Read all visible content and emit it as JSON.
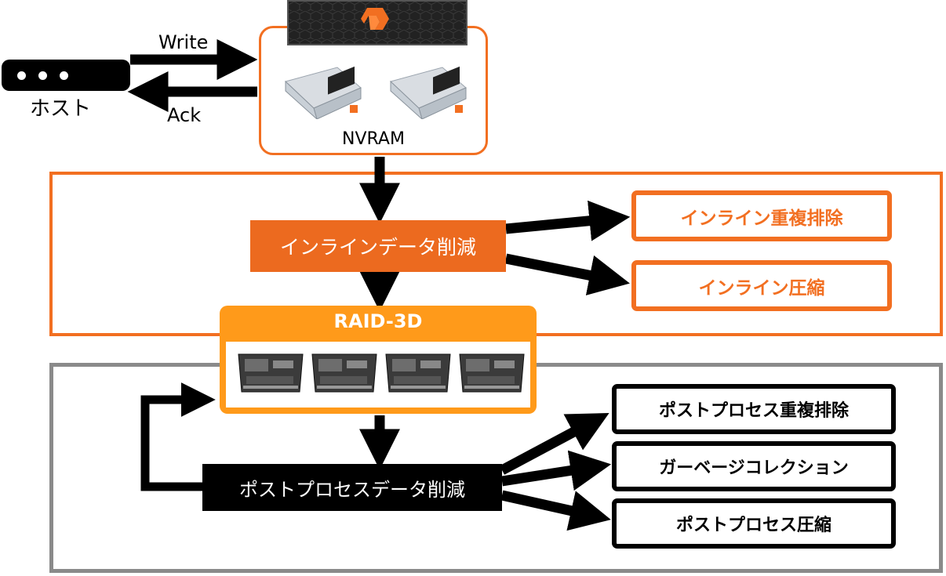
{
  "host": {
    "label": "ホスト"
  },
  "arrows": {
    "write_label": "Write",
    "ack_label": "Ack"
  },
  "nvram": {
    "label": "NVRAM"
  },
  "inline": {
    "reduction_label": "インラインデータ削減",
    "dedup_label": "インライン重複排除",
    "compression_label": "インライン圧縮"
  },
  "raid": {
    "title": "RAID-3D"
  },
  "post": {
    "reduction_label": "ポストプロセスデータ削減",
    "dedup_label": "ポストプロセス重複排除",
    "gc_label": "ガーベージコレクション",
    "compression_label": "ポストプロセス圧縮"
  },
  "colors": {
    "orange": "#f26f21",
    "raid_orange": "#ff9a1a",
    "gray": "#8a8a8a",
    "black": "#000000"
  },
  "icons": [
    "host-server-icon",
    "storage-array-icon",
    "nvram-module-icon",
    "flash-blade-icon",
    "pure-logo-icon"
  ]
}
